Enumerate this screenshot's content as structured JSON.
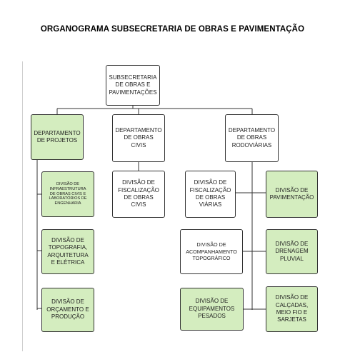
{
  "title": "ORGANOGRAMA SUBSECRETARIA DE OBRAS E PAVIMENTAÇÃO",
  "colors": {
    "green_fill": "#d4edbf",
    "white_fill": "#ffffff",
    "border": "#333333",
    "line": "#333333"
  },
  "nodes": {
    "root": "SUBSECRETARIA\nDE OBRAS E\nPAVIMENTAÇÕES",
    "dept_projetos": "DEPARTAMENTO\nDE PROJETOS",
    "dept_obras_civis": "DEPARTAMENTO\nDE OBRAS\nCIVIS",
    "dept_rodoviarias": "DEPARTAMENTO\nDE OBRAS\nRODOVIÁRIAS",
    "div_infraestrutura": "DIVISÃO DE\nINFRAESTRUTURA\nDE OBRAS CIVIS E\nLABORATÓRIOS DE\nENGENHARIA",
    "div_topografia": "DIVISÃO DE\nTOPOGRAFIA,\nARQUITETURA\nE ELÉTRICA",
    "div_orcamento": "DIVISÃO DE\nORÇAMENTO E\nPRODUÇÃO",
    "div_fisc_civis": "DIVISÃO DE\nFISCALIZAÇÃO\nDE OBRAS\nCIVIS",
    "div_fisc_viarias": "DIVISÃO DE\nFISCALIZAÇÃO\nDE OBRAS\nVIÁRIAS",
    "div_acompanhamento": "DIVISÃO DE\nACOMPANHAMENTO\nTOPOGRÁFICO",
    "div_equipamentos": "DIVISÃO DE\nEQUIPAMENTOS\nPESADOS",
    "div_pavimentacao": "DIVISÃO DE\nPAVIMENTAÇÃO",
    "div_drenagem": "DIVISÃO DE\nDRENAGEM\nPLUVIAL",
    "div_calcadas": "DIVISÃO DE\nCALÇADAS,\nMEIO FIO E\nSARJETAS"
  }
}
